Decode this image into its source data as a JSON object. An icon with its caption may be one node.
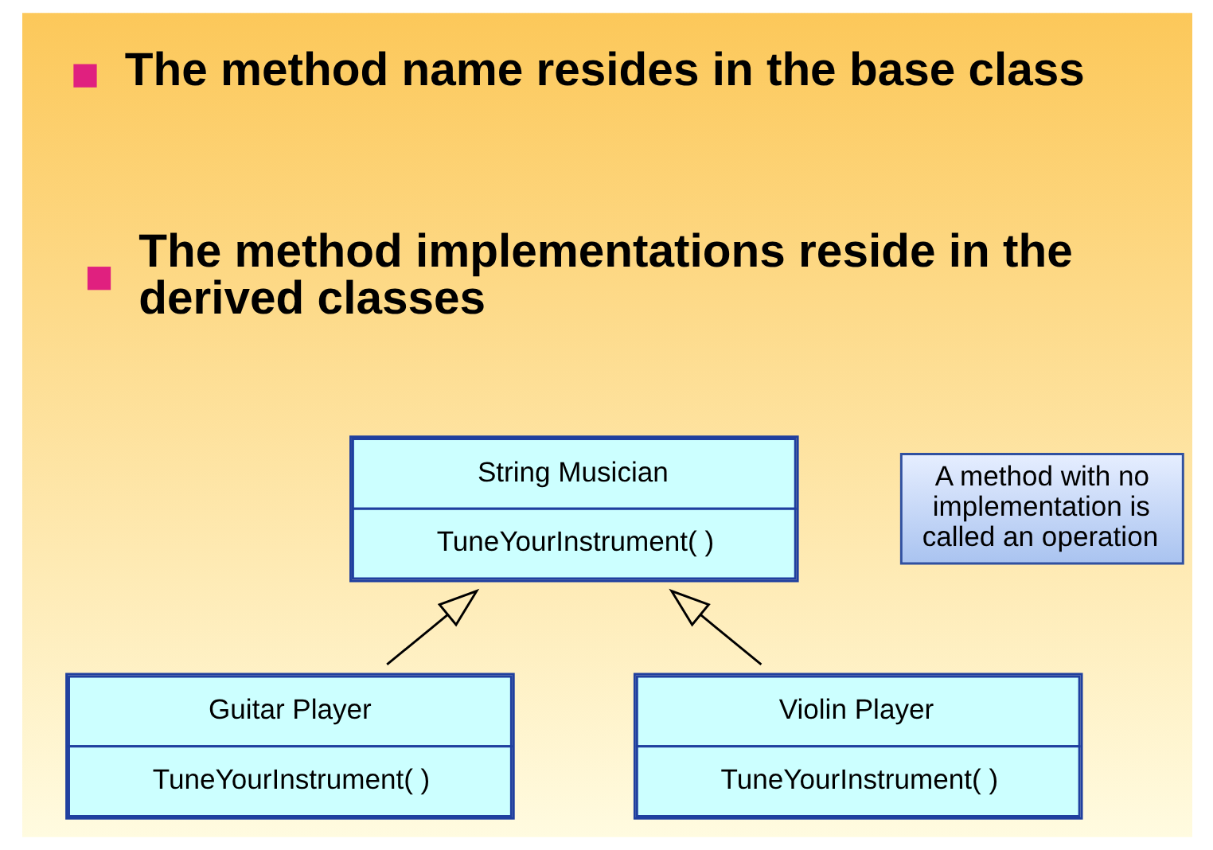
{
  "diagram": {
    "nodes": [
      {
        "text": [
          "String Musician",
          "TuneYourInstrument( )"
        ]
      },
      {
        "text": [
          "A method with no implementation is called an operation"
        ]
      },
      {
        "text": [
          "Guitar Player",
          "TuneYourInstrument( )"
        ]
      },
      {
        "text": [
          "Violin Player",
          "TuneYourInstrument( )"
        ]
      }
    ],
    "edges": [
      {
        "from": 2,
        "to": 0,
        "arrow": "to"
      },
      {
        "from": 3,
        "to": 0,
        "arrow": "to"
      }
    ],
    "labels": [
      "The method name resides in the base class",
      "The method implementations reside in the derived classes"
    ]
  }
}
